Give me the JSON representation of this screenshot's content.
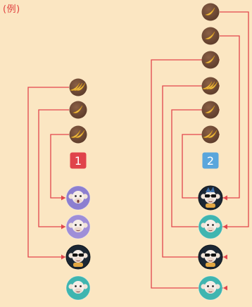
{
  "caption": "(例)",
  "colors": {
    "background": "#FBE6C2",
    "line": "#E2454C",
    "badge_1": "#E0434A",
    "badge_2": "#5AA6DC",
    "banana_circle": "#6E4A36",
    "banana": "#F2C24A"
  },
  "left_group": {
    "bananas": [
      {
        "count": 3,
        "icon": "banana-bunch-icon"
      },
      {
        "count": 1,
        "icon": "banana-icon"
      },
      {
        "count": 2,
        "icon": "banana-pair-icon"
      }
    ],
    "badge": "1",
    "monkeys": [
      {
        "icon": "monkey-surprised-icon",
        "color": "#8C7FD0"
      },
      {
        "icon": "monkey-calm-icon",
        "color": "#9E8ED8"
      },
      {
        "icon": "monkey-sunglasses-icon",
        "color": "#1C2733"
      },
      {
        "icon": "monkey-teal-icon",
        "color": "#3FB5B0"
      }
    ],
    "connections": [
      {
        "from": 0,
        "to": 2
      },
      {
        "from": 1,
        "to": 1
      },
      {
        "from": 2,
        "to": 0
      }
    ]
  },
  "right_group": {
    "bananas": [
      {
        "count": 1,
        "icon": "banana-icon"
      },
      {
        "count": 1,
        "icon": "banana-icon"
      },
      {
        "count": 1,
        "icon": "banana-icon"
      },
      {
        "count": 3,
        "icon": "banana-bunch-icon"
      },
      {
        "count": 1,
        "icon": "banana-icon"
      },
      {
        "count": 2,
        "icon": "banana-pair-icon"
      }
    ],
    "badge": "2",
    "monkeys": [
      {
        "icon": "monkey-sunglasses-blue-hair-icon",
        "color": "#1C2733"
      },
      {
        "icon": "monkey-teal-grumpy-icon",
        "color": "#3FB5B0"
      },
      {
        "icon": "monkey-sunglasses-icon",
        "color": "#1C2733"
      },
      {
        "icon": "monkey-teal-icon",
        "color": "#3FB5B0"
      }
    ],
    "connections": [
      {
        "from": 0,
        "to": 1
      },
      {
        "from": 1,
        "to": 0
      },
      {
        "from": 2,
        "to": 3
      },
      {
        "from": 3,
        "to": 2
      },
      {
        "from": 4,
        "to": 1
      },
      {
        "from": 5,
        "to": 0
      }
    ]
  }
}
